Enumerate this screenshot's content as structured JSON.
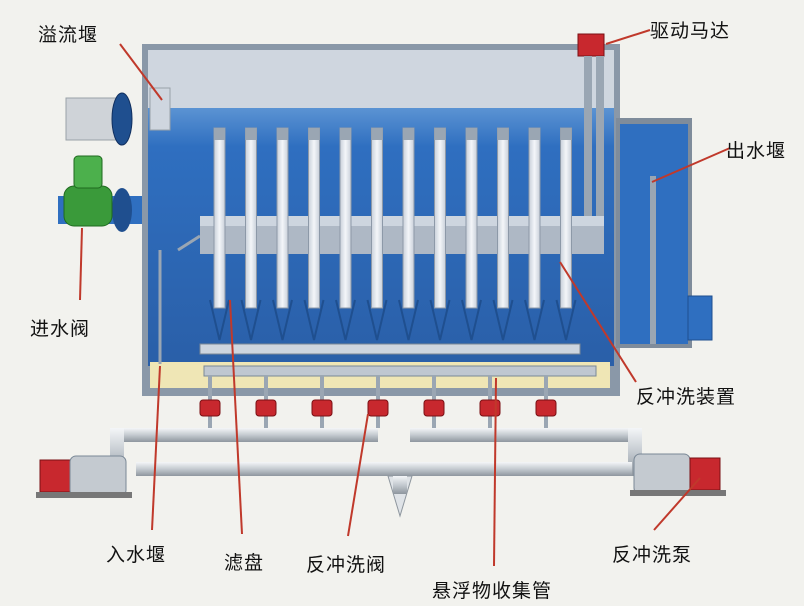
{
  "labels": {
    "overflow_weir": "溢流堰",
    "drive_motor": "驱动马达",
    "outlet_weir": "出水堰",
    "inlet_valve": "进水阀",
    "backwash_device": "反冲洗装置",
    "inlet_weir": "入水堰",
    "filter_disc": "滤盘",
    "backwash_valve": "反冲洗阀",
    "sludge_collector": "悬浮物收集管",
    "backwash_pump": "反冲洗泵"
  },
  "colors": {
    "board": "#f2f2ee",
    "tank": "#2f6fc0",
    "water_light": "#3f8ad6",
    "tank_frame": "#8a98a8",
    "disc": "#e4e8ee",
    "valve": "#c8282e",
    "inlet_valve": "#3a9a3a",
    "pipe": "#d4d8dc",
    "leader": "#c0392b"
  }
}
